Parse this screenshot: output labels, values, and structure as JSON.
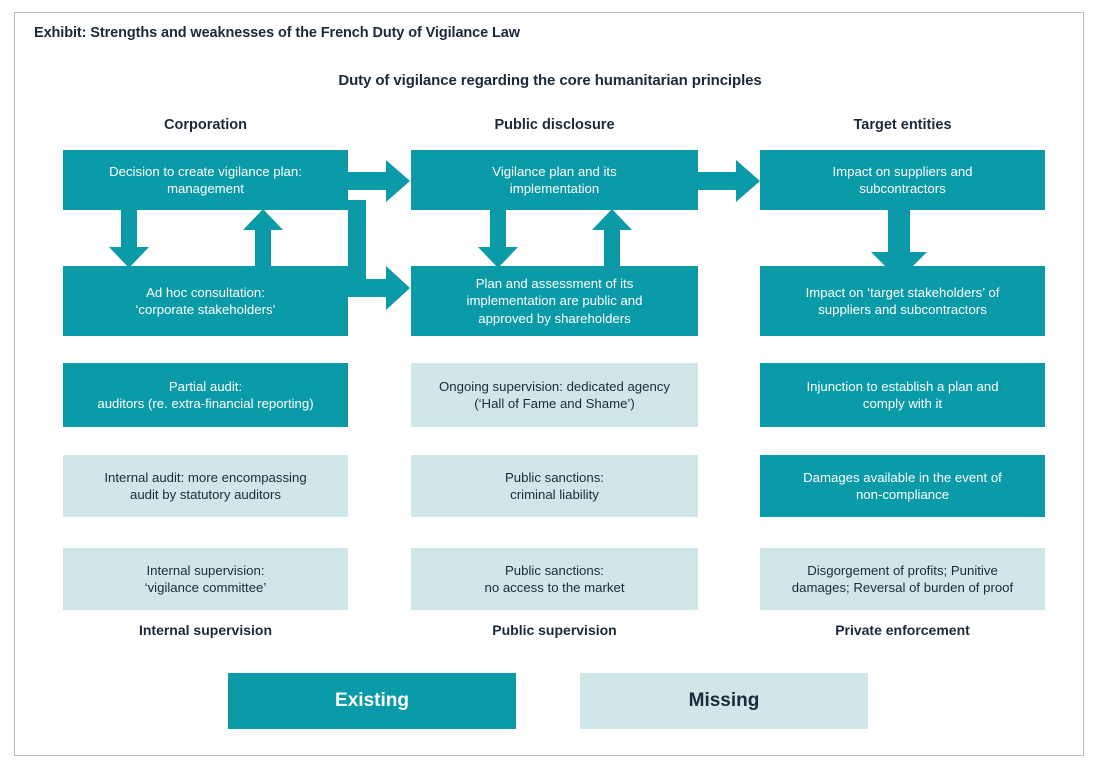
{
  "exhibit": {
    "caption": "Exhibit: Strengths and weaknesses of the French Duty of Vigilance Law",
    "title": "Duty of vigilance regarding the core humanitarian principles"
  },
  "colors": {
    "existing": "#0b9aa8",
    "missing": "#cfe7e8",
    "text_dark": "#1b2a3a",
    "frame_border": "#b8bcc0"
  },
  "columns": [
    {
      "header": "Corporation",
      "footer": "Internal supervision"
    },
    {
      "header": "Public disclosure",
      "footer": "Public supervision"
    },
    {
      "header": "Target entities",
      "footer": "Private enforcement"
    }
  ],
  "boxes": [
    {
      "id": "b1",
      "col": 0,
      "row": 0,
      "status": "existing",
      "lines": [
        "Decision to create vigilance plan:",
        "management"
      ]
    },
    {
      "id": "b2",
      "col": 0,
      "row": 1,
      "status": "existing",
      "lines": [
        "Ad hoc consultation:",
        "‘corporate stakeholders’"
      ]
    },
    {
      "id": "b3",
      "col": 1,
      "row": 0,
      "status": "existing",
      "lines": [
        "Vigilance plan and its",
        "implementation"
      ]
    },
    {
      "id": "b4",
      "col": 1,
      "row": 1,
      "status": "existing",
      "lines": [
        "Plan and assessment of its",
        "implementation are public and",
        "approved by shareholders"
      ]
    },
    {
      "id": "b5",
      "col": 2,
      "row": 0,
      "status": "existing",
      "lines": [
        "Impact on suppliers and",
        "subcontractors"
      ]
    },
    {
      "id": "b6",
      "col": 2,
      "row": 1,
      "status": "existing",
      "lines": [
        "Impact on ‘target stakeholders’ of",
        "suppliers and subcontractors"
      ]
    },
    {
      "id": "b7",
      "col": 0,
      "row": 2,
      "status": "existing",
      "lines": [
        "Partial audit:",
        "auditors (re. extra-financial reporting)"
      ]
    },
    {
      "id": "b8",
      "col": 1,
      "row": 2,
      "status": "missing",
      "lines": [
        "Ongoing supervision: dedicated agency",
        "(‘Hall of Fame and Shame’)"
      ]
    },
    {
      "id": "b9",
      "col": 2,
      "row": 2,
      "status": "existing",
      "lines": [
        "Injunction to establish a plan and",
        "comply with it"
      ]
    },
    {
      "id": "b10",
      "col": 0,
      "row": 3,
      "status": "missing",
      "lines": [
        "Internal audit: more encompassing",
        "audit by statutory auditors"
      ]
    },
    {
      "id": "b11",
      "col": 1,
      "row": 3,
      "status": "missing",
      "lines": [
        "Public sanctions:",
        "criminal liability"
      ]
    },
    {
      "id": "b12",
      "col": 2,
      "row": 3,
      "status": "existing",
      "lines": [
        "Damages available in the event of",
        "non-compliance"
      ]
    },
    {
      "id": "b13",
      "col": 0,
      "row": 4,
      "status": "missing",
      "lines": [
        "Internal supervision:",
        "‘vigilance committee’"
      ]
    },
    {
      "id": "b14",
      "col": 1,
      "row": 4,
      "status": "missing",
      "lines": [
        "Public sanctions:",
        "no access to the market"
      ]
    },
    {
      "id": "b15",
      "col": 2,
      "row": 4,
      "status": "missing",
      "lines": [
        "Disgorgement of profits; Punitive",
        "damages; Reversal of burden of proof"
      ]
    }
  ],
  "legend": [
    {
      "label": "Existing",
      "status": "existing"
    },
    {
      "label": "Missing",
      "status": "missing"
    }
  ]
}
